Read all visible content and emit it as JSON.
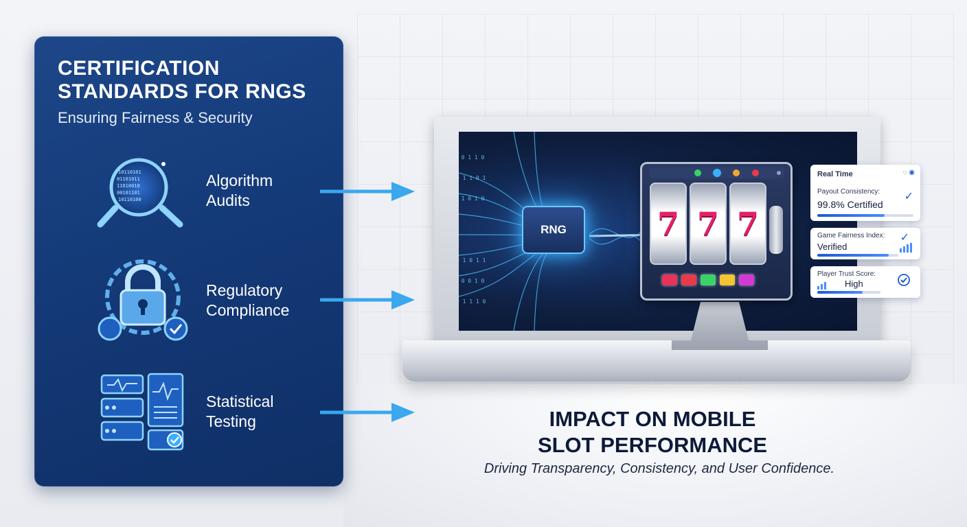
{
  "panel": {
    "title": "CERTIFICATION STANDARDS FOR RNGs",
    "subtitle": "Ensuring Fairness & Security",
    "features": [
      {
        "label_line1": "Algorithm",
        "label_line2": "Audits",
        "icon": "magnifier-code-icon"
      },
      {
        "label_line1": "Regulatory",
        "label_line2": "Compliance",
        "icon": "padlock-chain-icon"
      },
      {
        "label_line1": "Statistical",
        "label_line2": "Testing",
        "icon": "server-analytics-icon"
      }
    ]
  },
  "monitor": {
    "chip_label": "RNG",
    "slot_symbols": [
      "7",
      "7",
      "7"
    ]
  },
  "status_cards": {
    "header": "Real Time",
    "payout": {
      "label": "Payout Consistency:",
      "value": "99.8% Certified",
      "progress": 0.7
    },
    "fairness": {
      "label": "Game Fairness Index:",
      "value": "Verified",
      "progress": 0.88
    },
    "trust": {
      "label": "Player Trust Score:",
      "value": "High",
      "progress": 0.72
    }
  },
  "impact": {
    "title_line1": "IMPACT ON MOBILE",
    "title_line2": "SLOT PERFORMANCE",
    "subtitle": "Driving Transparency, Consistency, and User Confidence."
  },
  "colors": {
    "panel_blue": "#143a78",
    "accent_cyan": "#3ab0ff",
    "reel_red": "#e4206a",
    "title_navy": "#0e1a3a"
  }
}
